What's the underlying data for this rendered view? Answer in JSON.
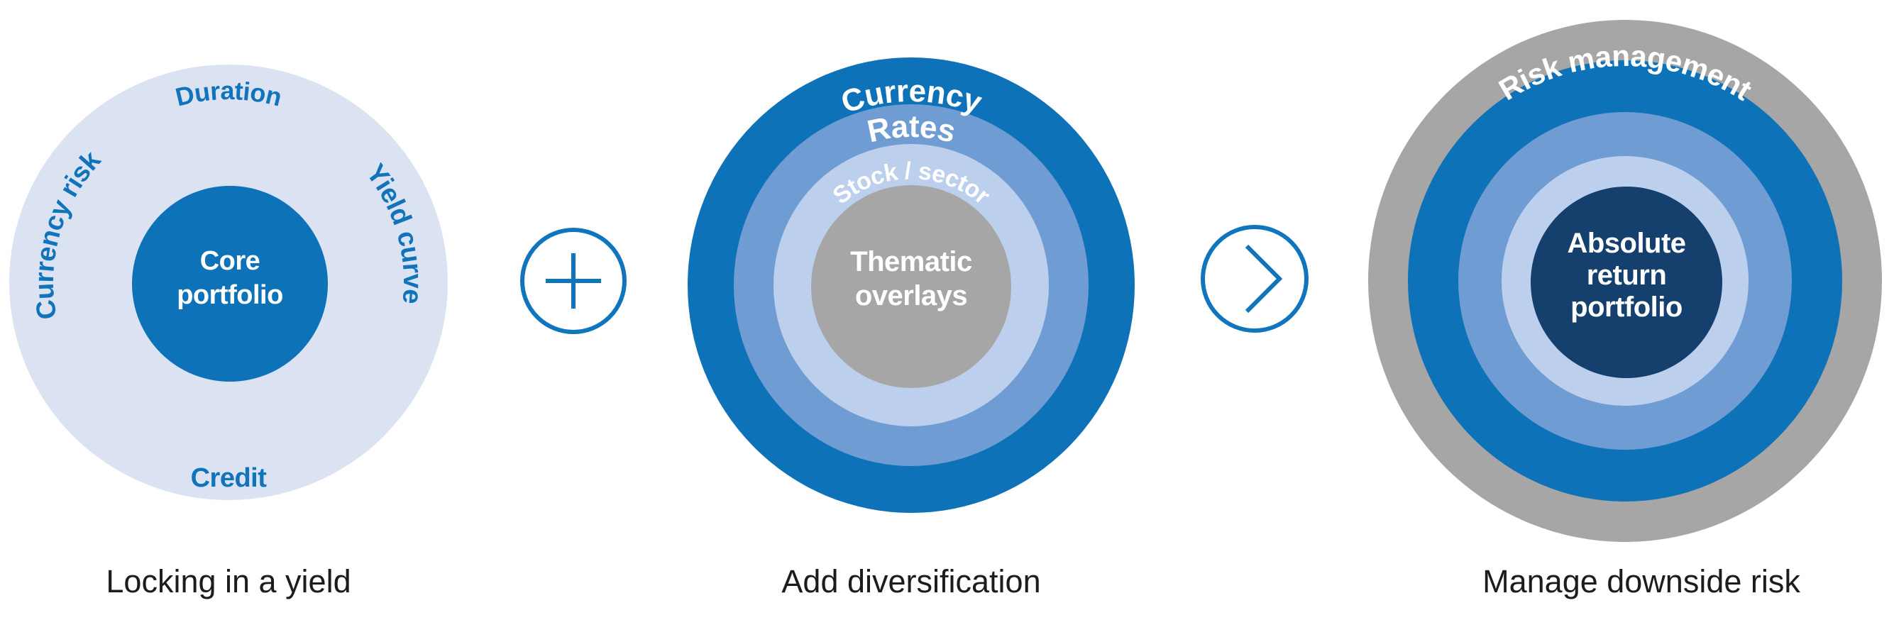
{
  "colors": {
    "bright_blue": "#0e72b8",
    "medium_blue": "#6f9dd3",
    "light_blue": "#bccfec",
    "pale_blue": "#dbe3f3",
    "gray": "#a6a6a6",
    "navy": "#153f6d",
    "label_blue": "#1174ba",
    "icon_blue": "#1075bc",
    "caption_black": "#1c1c1c",
    "white": "#ffffff"
  },
  "left_diagram": {
    "caption": "Locking in a yield",
    "labels": {
      "top": "Duration",
      "right": "Yield curve",
      "bottom": "Credit",
      "left": "Currency risk"
    },
    "center": {
      "line1": "Core",
      "line2": "portfolio"
    }
  },
  "middle_diagram": {
    "caption": "Add diversification",
    "ring_labels": {
      "outer": "Currency",
      "middle": "Rates",
      "inner": "Stock / sector"
    },
    "center": {
      "line1": "Thematic",
      "line2": "overlays"
    }
  },
  "right_diagram": {
    "caption": "Manage downside risk",
    "ring_labels": {
      "outer": "Risk management"
    },
    "center": {
      "line1": "Absolute",
      "line2": "return",
      "line3": "portfolio"
    }
  },
  "connectors": {
    "plus_icon": "plus-icon",
    "chevron_icon": "chevron-right-icon"
  }
}
